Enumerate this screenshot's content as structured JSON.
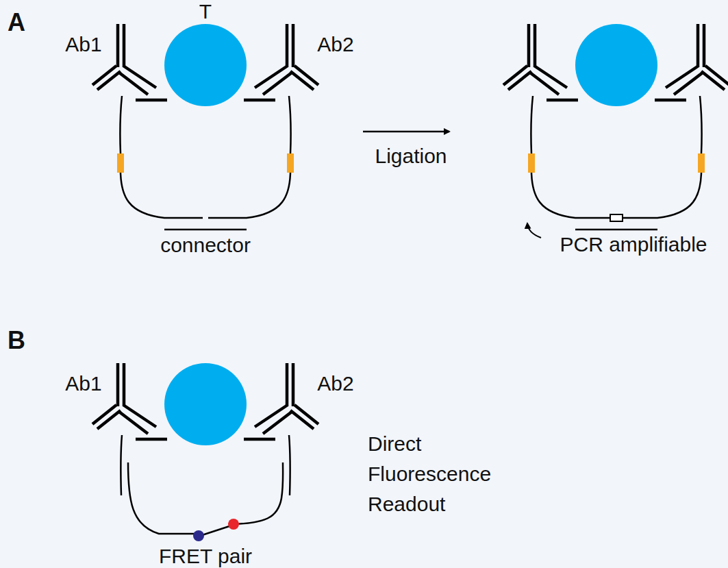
{
  "diagram": {
    "nodes": [
      {
        "text": [
          "T"
        ]
      }
    ],
    "labels": [
      "A",
      "Ab1",
      "Ab2",
      "Ligation",
      "connector",
      "PCR amplifiable",
      "B",
      "Ab1",
      "Ab2",
      "Direct Fluorescence Readout",
      "FRET pair"
    ]
  }
}
